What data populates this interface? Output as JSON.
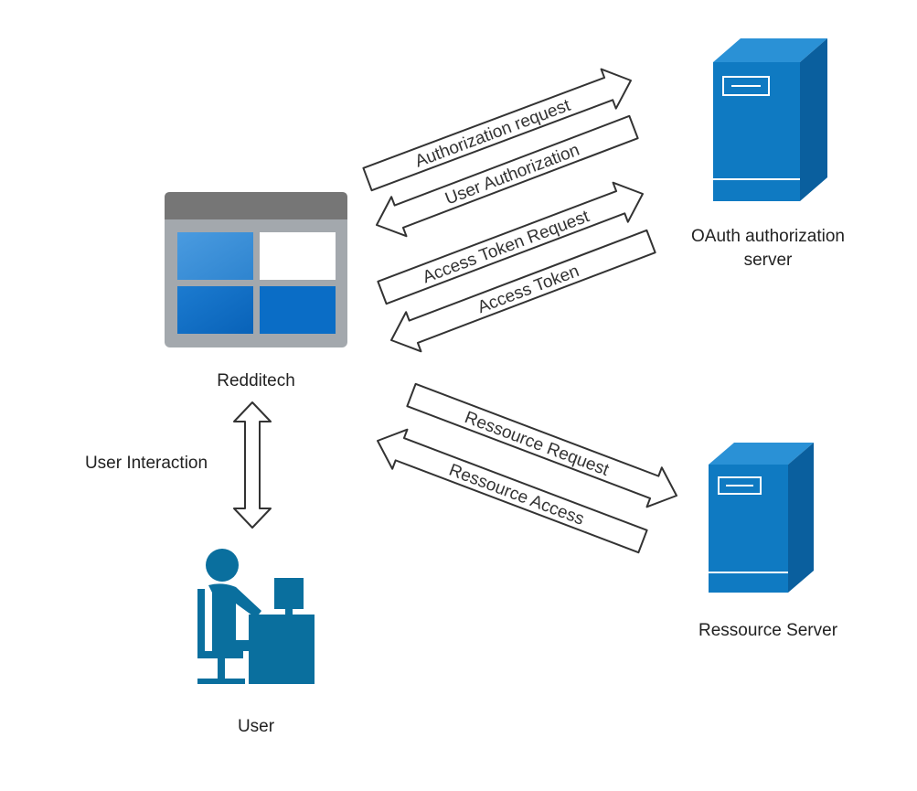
{
  "nodes": {
    "app": {
      "label": "Redditech",
      "icon": "app-window-icon"
    },
    "auth_server": {
      "label": "OAuth authorization\nserver",
      "icon": "server-icon"
    },
    "resource_server": {
      "label": "Ressource Server",
      "icon": "server-icon"
    },
    "user": {
      "label": "User",
      "icon": "user-at-computer-icon"
    }
  },
  "edges": {
    "user_interaction": "User Interaction",
    "authorization_request": "Authorization request",
    "user_authorization": "User Authorization",
    "access_token_request": "Access Token Request",
    "access_token": "Access Token",
    "ressource_request": "Ressource Request",
    "ressource_access": "Ressource Access"
  },
  "colors": {
    "server_front": "#0F7AC2",
    "server_side": "#0A5F9E",
    "server_top": "#2A91D6",
    "window_frame": "#9EA3A8",
    "window_titlebar": "#737373",
    "tile_light": "#3A8FD6",
    "tile_white": "#FFFFFF",
    "tile_dark": "#0A6FC8",
    "user_color": "#0A6F9E",
    "arrow_stroke": "#333333"
  }
}
